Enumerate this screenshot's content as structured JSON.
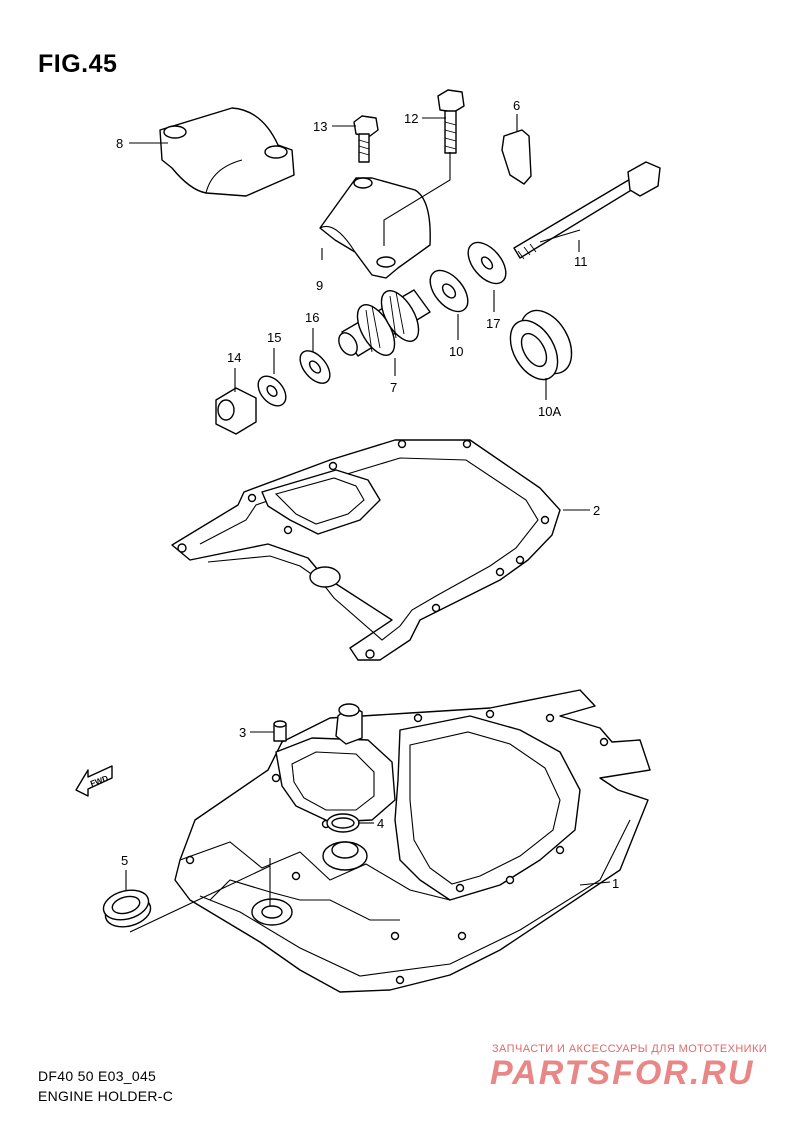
{
  "figure": {
    "title": "FIG.45"
  },
  "footer": {
    "code": "DF40 50 E03_045",
    "name": "ENGINE HOLDER-C"
  },
  "direction_tag": "FWD",
  "watermark": {
    "tagline": "ЗАПЧАСТИ И АКСЕССУАРЫ ДЛЯ МОТОТЕХНИКИ",
    "logo": "PARTSFOR.RU"
  },
  "callouts": {
    "c1": "1",
    "c2": "2",
    "c3": "3",
    "c4": "4",
    "c5": "5",
    "c6": "6",
    "c7": "7",
    "c8": "8",
    "c9": "9",
    "c10": "10",
    "c10a": "10A",
    "c11": "11",
    "c12": "12",
    "c13": "13",
    "c14": "14",
    "c15": "15",
    "c16": "16",
    "c17": "17"
  },
  "colors": {
    "line": "#000000",
    "background": "#ffffff",
    "watermark": "#e98686"
  }
}
